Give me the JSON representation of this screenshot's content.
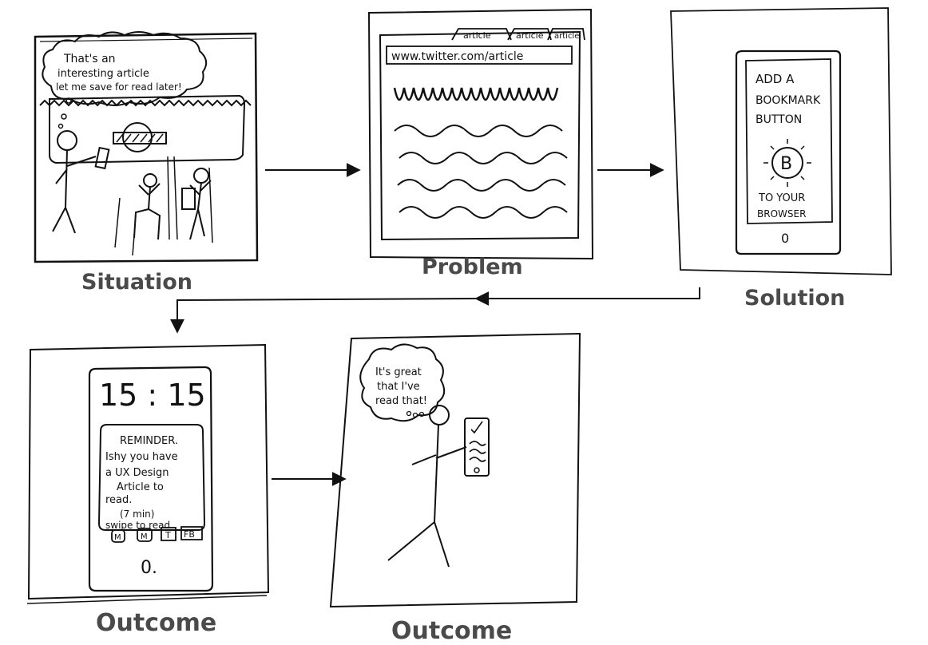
{
  "frames": {
    "situation": {
      "caption": "Situation",
      "thought_bubble": [
        "That's an",
        "interesting article",
        "let me save for read later!"
      ]
    },
    "problem": {
      "caption": "Problem",
      "tabs": [
        "article",
        "article",
        "article"
      ],
      "url": "www.twitter.com/article"
    },
    "solution": {
      "caption": "Solution",
      "phone_text": [
        "ADD A",
        "BOOKMARK",
        "BUTTON"
      ],
      "phone_text_bottom": [
        "TO YOUR",
        "BROWSER"
      ],
      "bookmark_glyph": "B",
      "home_button": "0"
    },
    "outcome_reminder": {
      "caption": "Outcome",
      "clock": "15 : 15",
      "reminder_lines": [
        "REMINDER.",
        "Ishy you have",
        "a UX Design",
        "Article to",
        "read.",
        "(7 min)",
        "swipe to read"
      ],
      "dock_icons": [
        "M",
        "M",
        "T",
        "FB"
      ],
      "home_button": "0."
    },
    "outcome_read": {
      "caption": "Outcome",
      "thought_bubble": [
        "It's great",
        "that I've",
        "read that!"
      ]
    }
  }
}
